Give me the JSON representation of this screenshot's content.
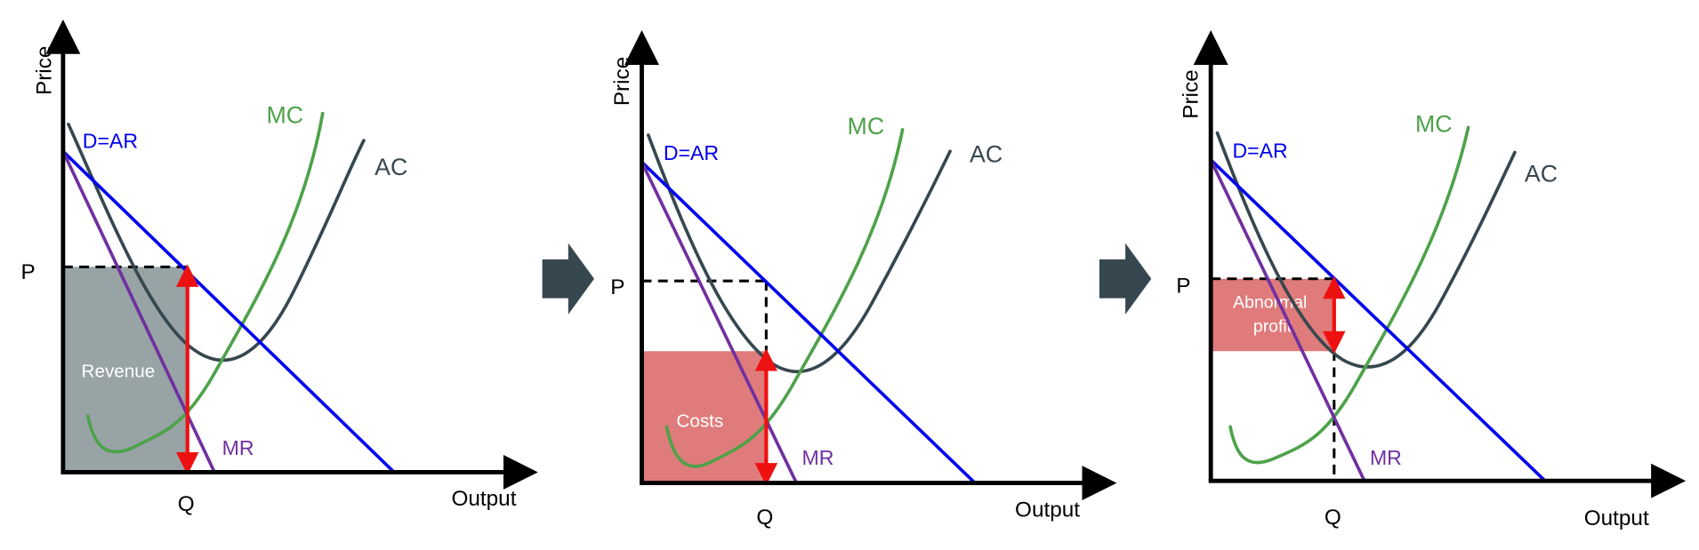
{
  "colors": {
    "demand": "#0000ee",
    "mr": "#7030a0",
    "mc": "#4ea24a",
    "ac": "#37474f",
    "revenue": "#97a3a5",
    "cost": "#e07b7b",
    "arrow": "#ee1111",
    "step_arrow": "#37474f"
  },
  "panels": [
    {
      "y_axis": "Price",
      "x_axis": "Output",
      "p": "P",
      "q": "Q",
      "d": "D=AR",
      "mc": "MC",
      "ac": "AC",
      "mr": "MR",
      "area": "Revenue"
    },
    {
      "y_axis": "Price",
      "x_axis": "Output",
      "p": "P",
      "q": "Q",
      "d": "D=AR",
      "mc": "MC",
      "ac": "AC",
      "mr": "MR",
      "area": "Costs"
    },
    {
      "y_axis": "Price",
      "x_axis": "Output",
      "p": "P",
      "q": "Q",
      "d": "D=AR",
      "mc": "MC",
      "ac": "AC",
      "mr": "MR",
      "area_line1": "Abnormal",
      "area_line2": "profit"
    }
  ]
}
